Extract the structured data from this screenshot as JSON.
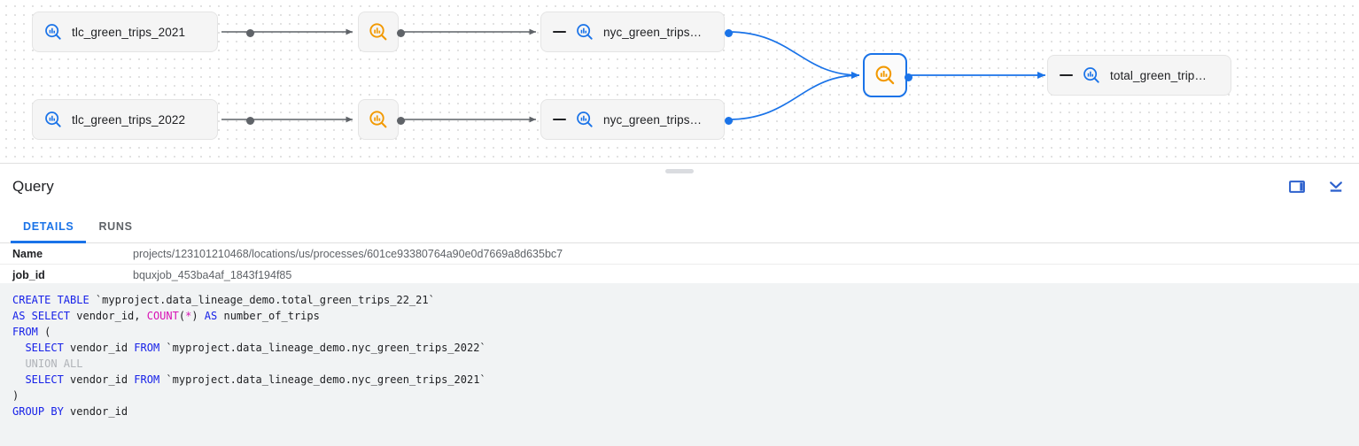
{
  "graph": {
    "nodes": [
      {
        "id": "tlc_2021",
        "label": "tlc_green_trips_2021",
        "icon": "table-search-icon",
        "type": "table",
        "collapsible": false,
        "selected": false
      },
      {
        "id": "tlc_2022",
        "label": "tlc_green_trips_2022",
        "icon": "table-search-icon",
        "type": "table",
        "collapsible": false,
        "selected": false
      },
      {
        "id": "proc_1",
        "label": "",
        "icon": "process-search-icon",
        "type": "process",
        "collapsible": false,
        "selected": false
      },
      {
        "id": "proc_2",
        "label": "",
        "icon": "process-search-icon",
        "type": "process",
        "collapsible": false,
        "selected": false
      },
      {
        "id": "nyc_2021",
        "label": "nyc_green_trips…",
        "icon": "table-search-icon",
        "type": "table",
        "collapsible": true,
        "selected": false
      },
      {
        "id": "nyc_2022",
        "label": "nyc_green_trips…",
        "icon": "table-search-icon",
        "type": "table",
        "collapsible": true,
        "selected": false
      },
      {
        "id": "proc_join",
        "label": "",
        "icon": "process-search-icon",
        "type": "process",
        "collapsible": false,
        "selected": true
      },
      {
        "id": "total",
        "label": "total_green_trip…",
        "icon": "table-search-icon",
        "type": "table",
        "collapsible": true,
        "selected": false
      }
    ],
    "colors": {
      "table_icon": "#1a73e8",
      "process_icon": "#f29900",
      "selected_border": "#1a73e8",
      "edge_gray": "#5f6368",
      "edge_blue": "#1a73e8"
    }
  },
  "panel": {
    "title": "Query",
    "actions": [
      {
        "name": "split-pane-icon",
        "tooltip": "Toggle side panel"
      },
      {
        "name": "collapse-panel-icon",
        "tooltip": "Collapse panel"
      }
    ],
    "tabs": [
      {
        "label": "DETAILS",
        "active": true
      },
      {
        "label": "RUNS",
        "active": false
      }
    ],
    "details": [
      {
        "key": "Name",
        "value": "projects/123101210468/locations/us/processes/601ce93380764a90e0d7669a8d635bc7"
      },
      {
        "key": "job_id",
        "value": "bquxjob_453ba4af_1843f194f85"
      }
    ]
  },
  "code": {
    "lines": [
      [
        {
          "t": "CREATE TABLE ",
          "c": "kw"
        },
        {
          "t": "`myproject.data_lineage_demo.total_green_trips_22_21`",
          "c": "id"
        }
      ],
      [
        {
          "t": "AS SELECT ",
          "c": "kw"
        },
        {
          "t": "vendor_id, ",
          "c": "id"
        },
        {
          "t": "COUNT",
          "c": "fn"
        },
        {
          "t": "(",
          "c": "id"
        },
        {
          "t": "*",
          "c": "op"
        },
        {
          "t": ") ",
          "c": "id"
        },
        {
          "t": "AS ",
          "c": "kw"
        },
        {
          "t": "number_of_trips",
          "c": "id"
        }
      ],
      [
        {
          "t": "FROM ",
          "c": "kw"
        },
        {
          "t": "(",
          "c": "id"
        }
      ],
      [
        {
          "t": "  ",
          "c": "id"
        },
        {
          "t": "SELECT ",
          "c": "kw"
        },
        {
          "t": "vendor_id ",
          "c": "id"
        },
        {
          "t": "FROM ",
          "c": "kw"
        },
        {
          "t": "`myproject.data_lineage_demo.nyc_green_trips_2022`",
          "c": "id"
        }
      ],
      [
        {
          "t": "  UNION ALL",
          "c": "dim"
        }
      ],
      [
        {
          "t": "  ",
          "c": "id"
        },
        {
          "t": "SELECT ",
          "c": "kw"
        },
        {
          "t": "vendor_id ",
          "c": "id"
        },
        {
          "t": "FROM ",
          "c": "kw"
        },
        {
          "t": "`myproject.data_lineage_demo.nyc_green_trips_2021`",
          "c": "id"
        }
      ],
      [
        {
          "t": ")",
          "c": "id"
        }
      ],
      [
        {
          "t": "GROUP BY ",
          "c": "kw"
        },
        {
          "t": "vendor_id",
          "c": "id"
        }
      ]
    ]
  }
}
